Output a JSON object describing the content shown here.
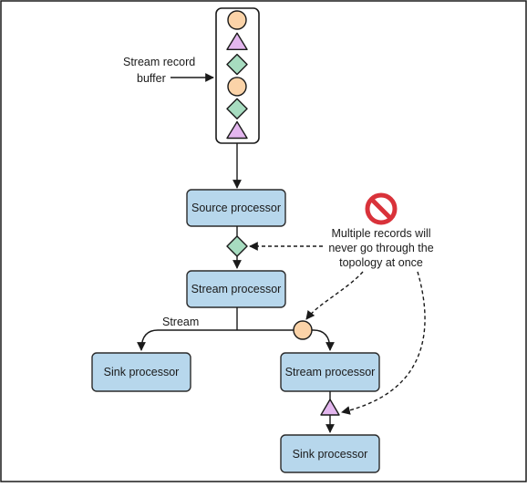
{
  "diagram": {
    "buffer_label_lines": [
      "Stream record",
      "buffer"
    ],
    "buffer_records": [
      "circle",
      "triangle",
      "diamond",
      "circle",
      "diamond",
      "triangle"
    ],
    "nodes": {
      "source": "Source processor",
      "stream_top": "Stream processor",
      "sink_left": "Sink processor",
      "stream_right": "Stream processor",
      "sink_bottom": "Sink processor"
    },
    "edge_label_stream": "Stream",
    "note_lines": [
      "Multiple records will",
      "never go through the",
      "topology at once"
    ],
    "prohibit_icon": "no-entry-icon"
  },
  "colors": {
    "box_fill": "#b7d7ec",
    "box_stroke": "#2b2b2b",
    "circle_record": "#fbd3a8",
    "triangle_record": "#e3b6ee",
    "diamond_record": "#a7dcc0",
    "prohibit": "#d9323a"
  }
}
